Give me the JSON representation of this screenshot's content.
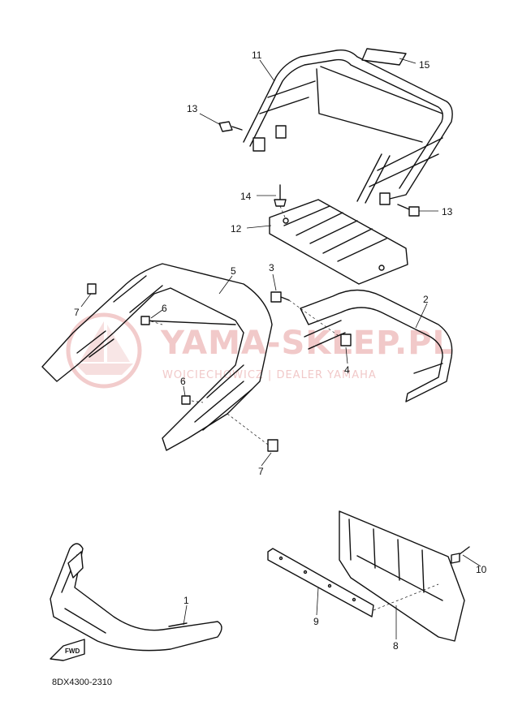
{
  "diagram": {
    "part_code": "8DX4300-2310",
    "fwd_label": "FWD",
    "watermark": {
      "brand": "YAMA-SKLEP.PL",
      "subtitle": "WOJCIECHOWICZ | DEALER YAMAHA"
    },
    "callouts": [
      {
        "id": "c11",
        "label": "11"
      },
      {
        "id": "c15",
        "label": "15"
      },
      {
        "id": "c13a",
        "label": "13"
      },
      {
        "id": "c13b",
        "label": "13"
      },
      {
        "id": "c14",
        "label": "14"
      },
      {
        "id": "c12",
        "label": "12"
      },
      {
        "id": "c3",
        "label": "3"
      },
      {
        "id": "c5",
        "label": "5"
      },
      {
        "id": "c7a",
        "label": "7"
      },
      {
        "id": "c6a",
        "label": "6"
      },
      {
        "id": "c2",
        "label": "2"
      },
      {
        "id": "c4",
        "label": "4"
      },
      {
        "id": "c6b",
        "label": "6"
      },
      {
        "id": "c7b",
        "label": "7"
      },
      {
        "id": "c1",
        "label": "1"
      },
      {
        "id": "c10",
        "label": "10"
      },
      {
        "id": "c9",
        "label": "9"
      },
      {
        "id": "c8",
        "label": "8"
      }
    ]
  }
}
